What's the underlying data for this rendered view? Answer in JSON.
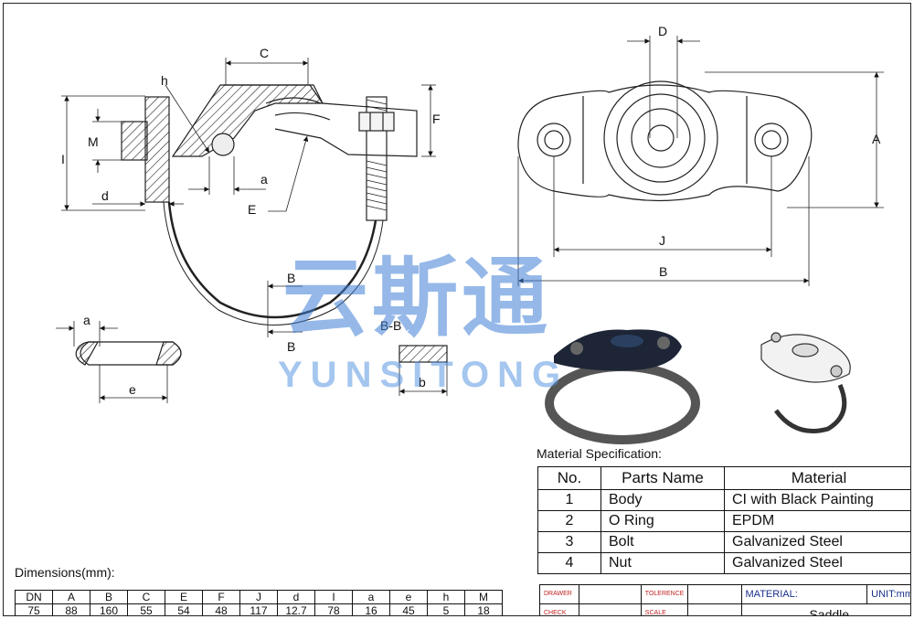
{
  "drawing_labels": {
    "C": "C",
    "h": "h",
    "M": "M",
    "I": "I",
    "d": "d",
    "a_main": "a",
    "E": "E",
    "F": "F",
    "B_top": "B",
    "B_bottom": "B",
    "BB": "B-B",
    "a_section": "a",
    "e": "e",
    "b": "b",
    "D": "D",
    "A": "A",
    "J": "J",
    "B_plan": "B"
  },
  "watermark": {
    "chinese": "云斯通",
    "latin": "YUNSITONG"
  },
  "material_spec": {
    "caption": "Material Specification:",
    "headers": [
      "No.",
      "Parts Name",
      "Material"
    ],
    "rows": [
      {
        "no": "1",
        "part": "Body",
        "material": "CI with Black Painting"
      },
      {
        "no": "2",
        "part": "O Ring",
        "material": "EPDM"
      },
      {
        "no": "3",
        "part": "Bolt",
        "material": "Galvanized Steel"
      },
      {
        "no": "4",
        "part": "Nut",
        "material": "Galvanized Steel"
      }
    ]
  },
  "dimensions": {
    "caption": "Dimensions(mm):",
    "headers": [
      "DN",
      "A",
      "B",
      "C",
      "E",
      "F",
      "J",
      "d",
      "I",
      "a",
      "e",
      "h",
      "M"
    ],
    "row": [
      "75",
      "88",
      "160",
      "55",
      "54",
      "48",
      "117",
      "12.7",
      "78",
      "16",
      "45",
      "5",
      "18"
    ]
  },
  "title_block": {
    "drawer": "DRAWER",
    "tolerence": "TOLERENCE",
    "check": "CHECK",
    "scale": "SCALE",
    "material": "MATERIAL:",
    "unit": "UNIT:mm",
    "name": "Saddle"
  }
}
